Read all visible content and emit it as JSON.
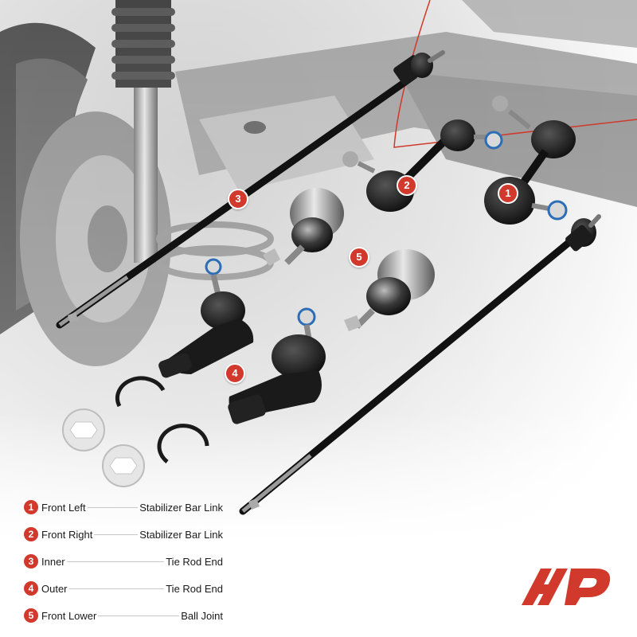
{
  "colors": {
    "accent": "#d0392b",
    "text": "#1a1a1a",
    "part_black": "#1c1c1c"
  },
  "markers": [
    {
      "num": "1"
    },
    {
      "num": "2"
    },
    {
      "num": "3"
    },
    {
      "num": "4"
    },
    {
      "num": "5"
    }
  ],
  "legend": [
    {
      "num": "1",
      "position": "Front Left",
      "part": "Stabilizer Bar Link"
    },
    {
      "num": "2",
      "position": "Front Right",
      "part": "Stabilizer Bar Link"
    },
    {
      "num": "3",
      "position": "Inner",
      "part": "Tie Rod End"
    },
    {
      "num": "4",
      "position": "Outer",
      "part": "Tie Rod End"
    },
    {
      "num": "5",
      "position": "Front Lower",
      "part": "Ball Joint"
    }
  ],
  "logo": {
    "icon": "a-premium-logo-icon"
  }
}
